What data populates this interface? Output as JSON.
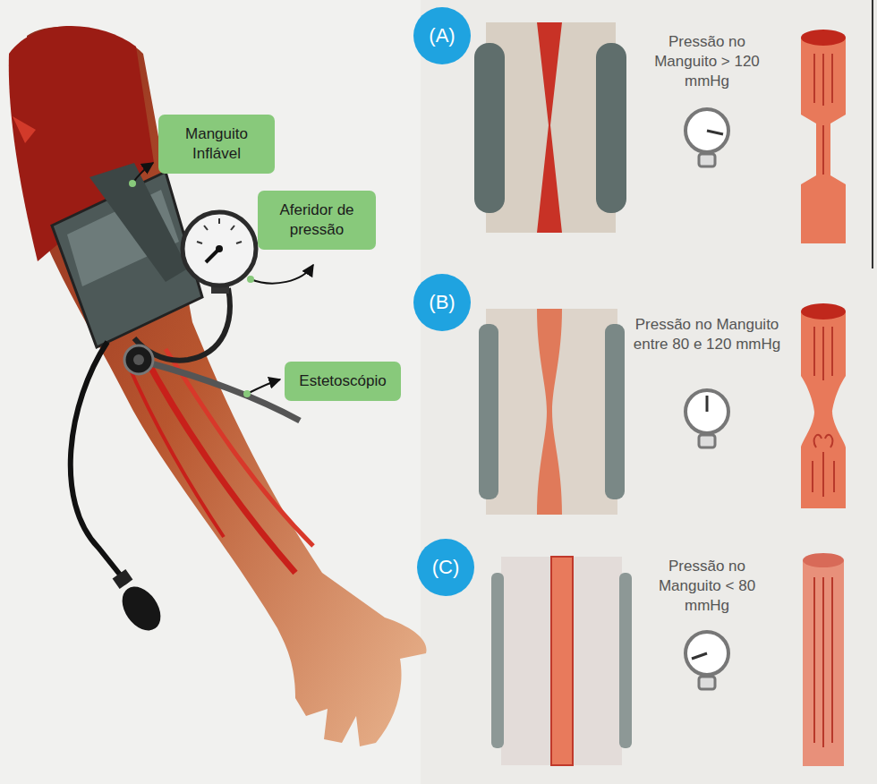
{
  "diagram": {
    "nodes": [
      {
        "text": [
          "Manguito Inflável"
        ]
      },
      {
        "text": [
          "Aferidor de pressão"
        ]
      },
      {
        "text": [
          "Estetoscópio"
        ]
      },
      {
        "text": [
          "(A)"
        ]
      },
      {
        "text": [
          "(B)"
        ]
      },
      {
        "text": [
          "(C)"
        ]
      }
    ],
    "labels": [
      "Pressão no Manguito > 120 mmHg",
      "Pressão no Manguito entre 80 e 120 mmHg",
      "Pressão no Manguito < 80 mmHg"
    ]
  }
}
